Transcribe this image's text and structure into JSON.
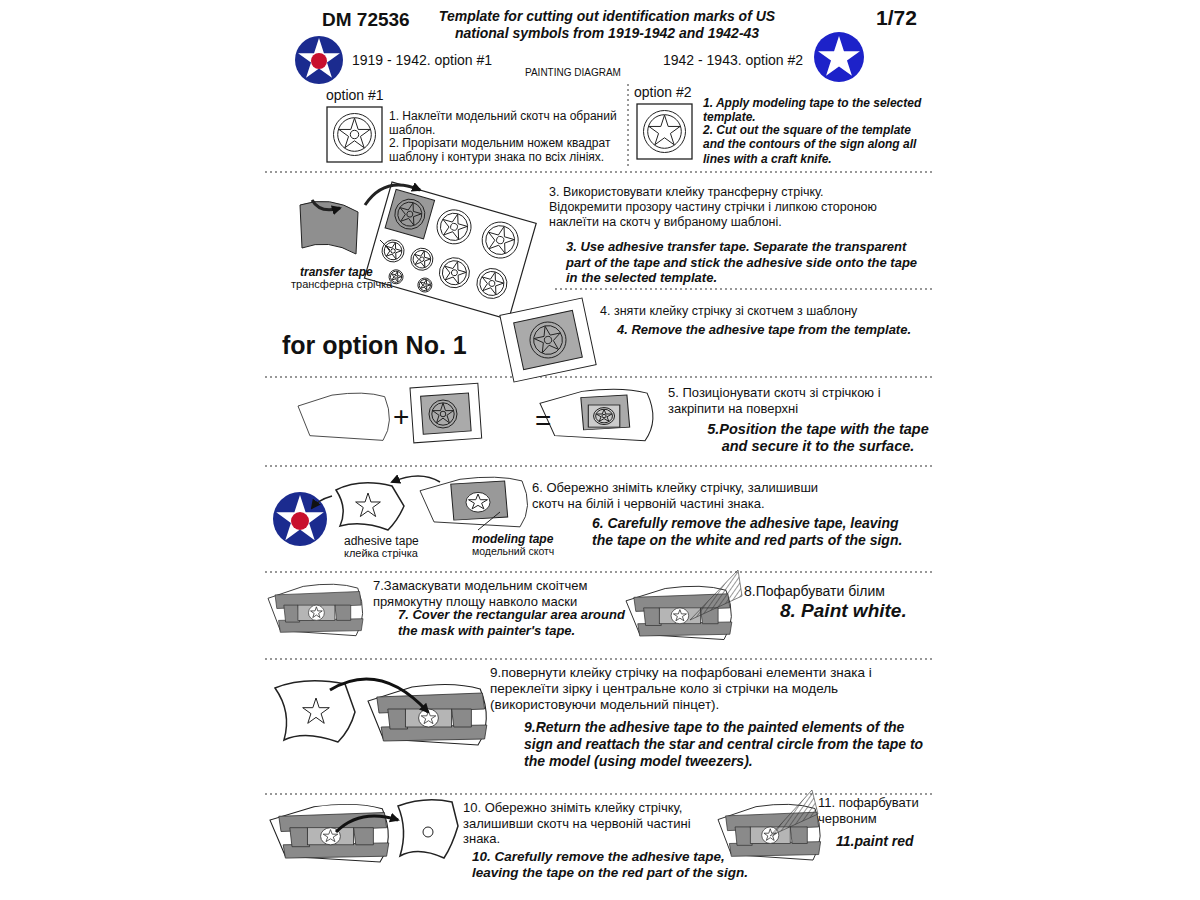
{
  "diagram": {
    "title": "Template for cutting out identification marks of US national symbols from 1919-1942 and 1942-43",
    "labels": [
      "DM 72536",
      "1/72",
      "1919 - 1942. option #1",
      "PAINTING DIAGRAM",
      "1942 - 1943. option #2",
      "option #1",
      "1. Наклеїти модельний скотч на обраний шаблон.",
      "2. Прорізати модельним ножем квадрат шаблону і контури знака по всіх лініях.",
      "option #2",
      "1. Apply modeling tape to the selected template.",
      "2. Cut out the square of the template and the contours of the sign along all lines with a craft knife.",
      "3. Використовувати клейку трансферну стрічку. Відокремити прозору частину стрічки і липкою стороною наклеїти на скотч у вибраному шаблоні.",
      "3. Use adhesive transfer tape. Separate the transparent part of the tape and stick the adhesive side onto the tape in the selected template.",
      "transfer tape",
      "трансферна стрічка",
      "4. зняти клейку стрічку зі скотчем з шаблону",
      "4. Remove the adhesive tape from the template.",
      "for option No. 1",
      "5. Позиціонувати скотч зі стрічкою і закріпити на поверхні",
      "5.Position the tape with the tape and secure it to the surface.",
      "6. Обережно зніміть клейку стрічку, залишивши скотч на білій і червоній частині знака.",
      "6. Carefully remove the adhesive tape, leaving the tape on the white and red parts of the sign.",
      "adhesive tape",
      "клейка стрічка",
      "modeling tape",
      "модельний скотч",
      "7.Замаскувати модельним скоітчем прямокутну площу навколо маски",
      "7. Cover the rectangular area around the mask with painter's tape.",
      "8.Пофарбувати білим",
      "8. Paint white.",
      "9.повернути клейку стрічку на пофарбовані елементи знака і переклеїти зірку і центральне коло зі стрічки на модель (використовуючи модельний пінцет).",
      "9.Return the adhesive tape to the painted elements of the sign and reattach the star and central circle from the tape to the model (using model tweezers).",
      "10. Обережно зніміть клейку стрічку, залишивши скотч на червоній частині знака.",
      "10. Carefully remove the adhesive tape, leaving the tape on the red part of the sign.",
      "11. пофарбувати червоним",
      "11.paint red",
      "+",
      "="
    ]
  }
}
